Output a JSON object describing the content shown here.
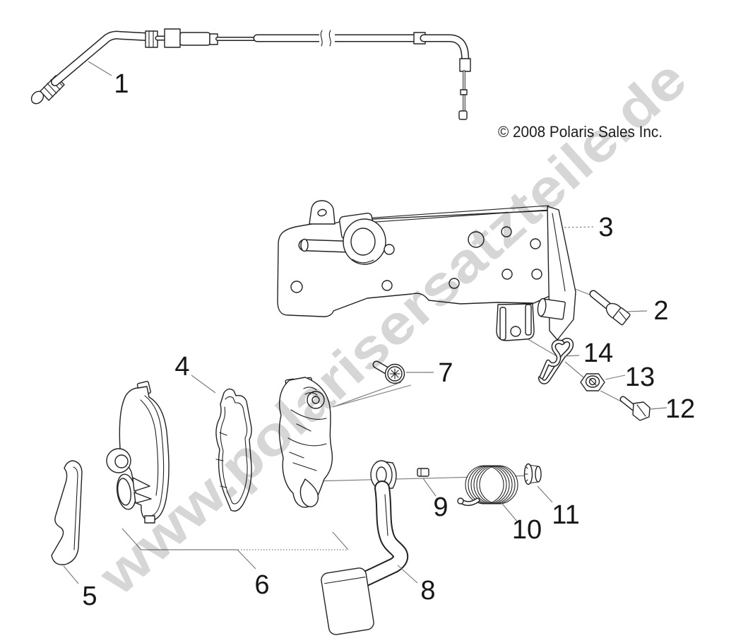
{
  "watermark": {
    "text": "www.polarisersatzteile.de",
    "color": "#d2d2d2"
  },
  "copyright": {
    "text": "© 2008 Polaris Sales Inc."
  },
  "callouts": {
    "c1": {
      "label": "1"
    },
    "c2": {
      "label": "2"
    },
    "c3": {
      "label": "3"
    },
    "c4": {
      "label": "4"
    },
    "c5": {
      "label": "5"
    },
    "c6": {
      "label": "6"
    },
    "c7": {
      "label": "7"
    },
    "c8": {
      "label": "8"
    },
    "c9": {
      "label": "9"
    },
    "c10": {
      "label": "10"
    },
    "c11": {
      "label": "11"
    },
    "c12": {
      "label": "12"
    },
    "c13": {
      "label": "13"
    },
    "c14": {
      "label": "14"
    }
  }
}
